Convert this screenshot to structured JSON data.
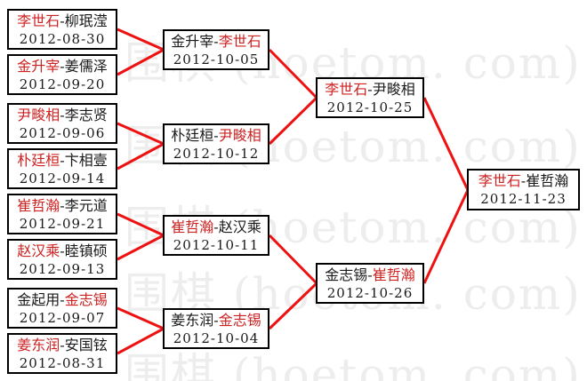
{
  "watermark": {
    "text": "围棋 (hoetom. com)"
  },
  "colors": {
    "winner_text": "#cc2222",
    "connector_line": "#ee1111",
    "box_border": "#000000",
    "background": "#ffffff",
    "watermark": "#ededed"
  },
  "bracket": {
    "separator": "-",
    "round1": [
      {
        "p1": "李世石",
        "p2": "柳珉滢",
        "winner": "p1",
        "date": "2012-08-30"
      },
      {
        "p1": "金升宰",
        "p2": "姜儒泽",
        "winner": "p1",
        "date": "2012-09-20"
      },
      {
        "p1": "尹畯相",
        "p2": "李志贤",
        "winner": "p1",
        "date": "2012-09-06"
      },
      {
        "p1": "朴廷桓",
        "p2": "卞相壹",
        "winner": "p1",
        "date": "2012-09-14"
      },
      {
        "p1": "崔哲瀚",
        "p2": "李元道",
        "winner": "p1",
        "date": "2012-09-21"
      },
      {
        "p1": "赵汉乘",
        "p2": "睦镇硕",
        "winner": "p1",
        "date": "2012-09-13"
      },
      {
        "p1": "金起用",
        "p2": "金志锡",
        "winner": "p2",
        "date": "2012-09-07"
      },
      {
        "p1": "姜东润",
        "p2": "安国铉",
        "winner": "p1",
        "date": "2012-08-31"
      }
    ],
    "round2": [
      {
        "p1": "金升宰",
        "p2": "李世石",
        "winner": "p2",
        "date": "2012-10-05"
      },
      {
        "p1": "朴廷桓",
        "p2": "尹畯相",
        "winner": "p2",
        "date": "2012-10-12"
      },
      {
        "p1": "崔哲瀚",
        "p2": "赵汉乘",
        "winner": "p1",
        "date": "2012-10-11"
      },
      {
        "p1": "姜东润",
        "p2": "金志锡",
        "winner": "p2",
        "date": "2012-10-04"
      }
    ],
    "semifinals": [
      {
        "p1": "李世石",
        "p2": "尹畯相",
        "winner": "p1",
        "date": "2012-10-25"
      },
      {
        "p1": "金志锡",
        "p2": "崔哲瀚",
        "winner": "p2",
        "date": "2012-10-26"
      }
    ],
    "final": {
      "p1": "李世石",
      "p2": "崔哲瀚",
      "winner": "p1",
      "date": "2012-11-23"
    }
  }
}
